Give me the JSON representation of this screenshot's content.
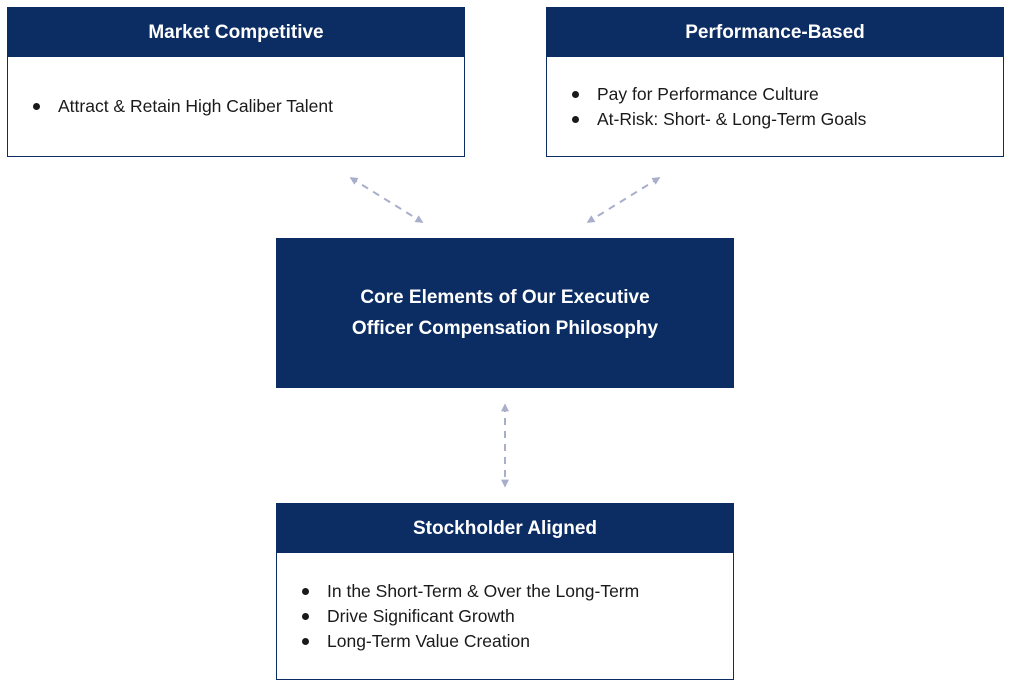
{
  "top_left": {
    "title": "Market Competitive",
    "items": [
      "Attract & Retain High Caliber Talent"
    ]
  },
  "top_right": {
    "title": "Performance-Based",
    "items": [
      "Pay for Performance Culture",
      "At-Risk: Short- & Long-Term Goals"
    ]
  },
  "center": {
    "line1": "Core Elements of Our Executive",
    "line2": "Officer Compensation Philosophy"
  },
  "bottom": {
    "title": "Stockholder Aligned",
    "items": [
      "In the Short-Term & Over the Long-Term",
      "Drive Significant Growth",
      "Long-Term Value Creation"
    ]
  },
  "colors": {
    "navy": "#0c2d63",
    "arrow": "#a9aecb"
  }
}
